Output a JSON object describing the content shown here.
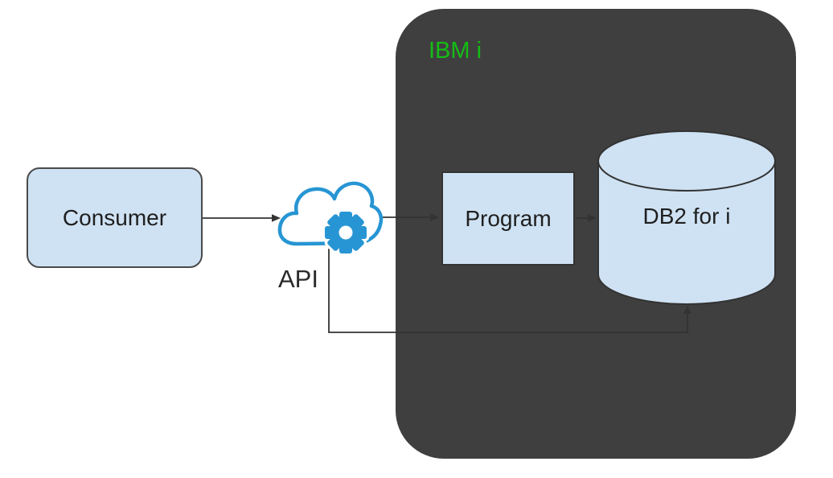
{
  "diagram": {
    "background": "#ffffff",
    "container": {
      "label": "IBM i",
      "fill": "#3f3f3f",
      "label_color": "#15bd15"
    },
    "nodes": {
      "consumer": {
        "label": "Consumer",
        "shape": "rounded-rect",
        "fill": "#cfe2f3",
        "border": "#4a4a4a"
      },
      "api": {
        "label": "API",
        "shape": "cloud-gear-icon",
        "color": "#2795d3"
      },
      "program": {
        "label": "Program",
        "shape": "rect",
        "fill": "#cfe2f3",
        "border": "#333333"
      },
      "db2": {
        "label": "DB2 for i",
        "shape": "cylinder",
        "fill": "#cfe2f3",
        "border": "#333333"
      }
    },
    "edges": [
      {
        "from": "consumer",
        "to": "api",
        "style": "arrow"
      },
      {
        "from": "api",
        "to": "program",
        "style": "arrow"
      },
      {
        "from": "program",
        "to": "db2",
        "style": "arrow"
      },
      {
        "from": "api",
        "to": "db2",
        "style": "arrow",
        "route": "down-right-up-into-bottom"
      }
    ],
    "arrow_color": "#333333"
  }
}
